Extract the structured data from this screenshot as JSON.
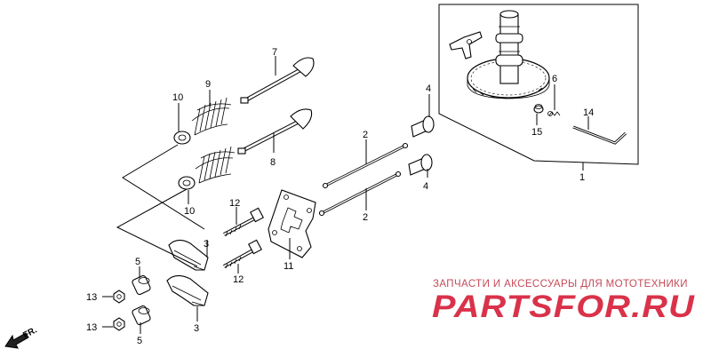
{
  "callouts": {
    "c1": "1",
    "c2a": "2",
    "c2b": "2",
    "c3a": "3",
    "c3b": "3",
    "c4a": "4",
    "c4b": "4",
    "c5a": "5",
    "c5b": "5",
    "c6": "6",
    "c7": "7",
    "c8": "8",
    "c9": "9",
    "c10a": "10",
    "c10b": "10",
    "c11": "11",
    "c12a": "12",
    "c12b": "12",
    "c13a": "13",
    "c13b": "13",
    "c14": "14",
    "c15": "15"
  },
  "direction": {
    "label": "FR."
  },
  "watermark": {
    "tagline": "ЗАПЧАСТИ И АКСЕССУАРЫ ДЛЯ МОТОТЕХНИКИ",
    "logo": "PARTSFOR.RU",
    "color": "#d9324a"
  }
}
